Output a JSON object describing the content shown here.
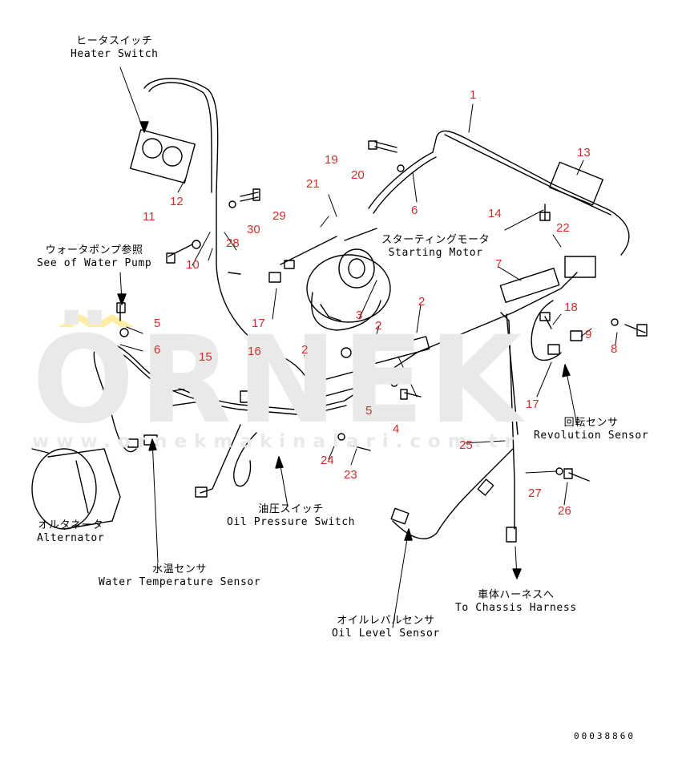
{
  "watermark": {
    "brand": "ÖRNEK",
    "site": "www.ornekmakinalari.com.tr"
  },
  "drawing_number": "00038860",
  "labels": [
    {
      "id": "heater-switch",
      "jp": "ヒータスイッチ",
      "en": "Heater Switch"
    },
    {
      "id": "water-pump",
      "jp": "ウォータポンプ参照",
      "en": "See of Water Pump"
    },
    {
      "id": "starting-motor",
      "jp": "スターティングモータ",
      "en": "Starting Motor"
    },
    {
      "id": "revolution-sensor",
      "jp": "回転センサ",
      "en": "Revolution Sensor"
    },
    {
      "id": "oil-pressure-switch",
      "jp": "油圧スイッチ",
      "en": "Oil Pressure Switch"
    },
    {
      "id": "alternator",
      "jp": "オルタネータ",
      "en": "Alternator"
    },
    {
      "id": "water-temp-sensor",
      "jp": "水温センサ",
      "en": "Water Temperature Sensor"
    },
    {
      "id": "chassis-harness",
      "jp": "車体ハーネスへ",
      "en": "To Chassis Harness"
    },
    {
      "id": "oil-level-sensor",
      "jp": "オイルレバルセンサ",
      "en": "Oil Level Sensor"
    }
  ],
  "part_numbers": [
    "1",
    "13",
    "19",
    "20",
    "21",
    "6",
    "29",
    "30",
    "14",
    "22",
    "12",
    "11",
    "28",
    "10",
    "7",
    "2",
    "18",
    "9",
    "8",
    "17",
    "3",
    "5",
    "6",
    "2",
    "2",
    "15",
    "16",
    "5",
    "4",
    "17",
    "25",
    "24",
    "23",
    "27",
    "26"
  ],
  "colors": {
    "callout": "#d0302a",
    "line": "#000000",
    "watermark": "#e6e6e6"
  }
}
